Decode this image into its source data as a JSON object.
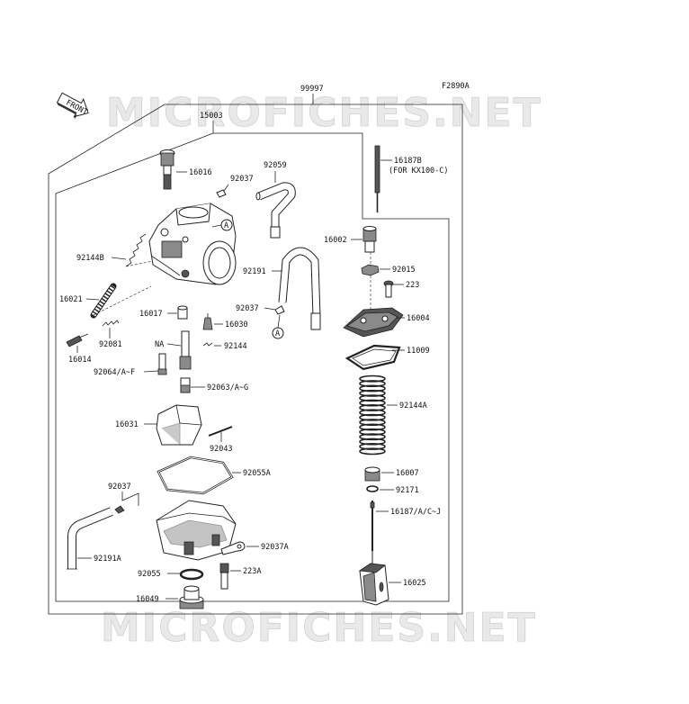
{
  "diagram_code": "F2890A",
  "watermark": "MICROFICHES.NET",
  "front_badge": "FRONT",
  "assembly": {
    "top": "99997",
    "carburetor": "15003"
  },
  "labels": {
    "p16187b": "16187B",
    "p16187b_note": "(FOR KX100-C)",
    "p16016": "16016",
    "p92037_top": "92037",
    "p92059": "92059",
    "callout_a": "A",
    "p16002": "16002",
    "p92144b": "92144B",
    "p92191": "92191",
    "p92015": "92015",
    "p223": "223",
    "p16021": "16021",
    "p16017": "16017",
    "p92037_mid": "92037",
    "p16004": "16004",
    "p16030": "16030",
    "p92081": "92081",
    "na": "NA",
    "p92144": "92144",
    "p11009": "11009",
    "p16014": "16014",
    "p92064": "92064/A~F",
    "p92063": "92063/A~G",
    "p92144a": "92144A",
    "p16031": "16031",
    "p92043": "92043",
    "p92055a": "92055A",
    "p16007": "16007",
    "p92037_low": "92037",
    "p92171": "92171",
    "p16187": "16187/A/C~J",
    "p92037a": "92037A",
    "p92191a": "92191A",
    "p223a": "223A",
    "p92055": "92055",
    "p16025": "16025",
    "p16049": "16049"
  }
}
